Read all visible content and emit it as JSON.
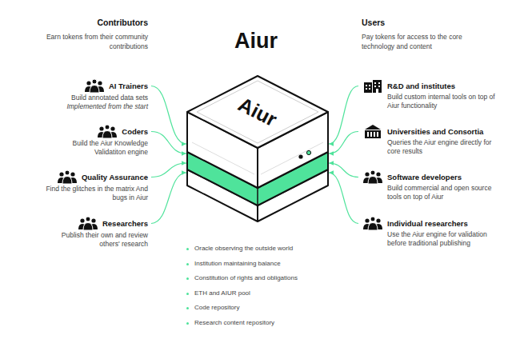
{
  "diagram": {
    "title": "Aiur",
    "nodes": [
      {
        "text": [
          "AI Trainers",
          "Build annotated data sets",
          "Implemented from the start"
        ]
      },
      {
        "text": [
          "Coders",
          "Build the Aiur Knowledge Validatiton engine"
        ]
      },
      {
        "text": [
          "Quality Assurance",
          "Find the glitches in the matrix And bugs in Aiur"
        ]
      },
      {
        "text": [
          "Researchers",
          "Publish their own and review others' research"
        ]
      },
      {
        "text": [
          "Aiur"
        ]
      },
      {
        "text": [
          "R&D and institutes",
          "Build custom internal tools on top of Aiur functionality"
        ]
      },
      {
        "text": [
          "Universities and Consortia",
          "Queries the Aiur engine directly for core results"
        ]
      },
      {
        "text": [
          "Software developers",
          "Build commercial and open source tools on top of Aiur"
        ]
      },
      {
        "text": [
          "Individual researchers",
          "Use the Aiur engine for validation before traditional publishing"
        ]
      }
    ],
    "edges": [
      {
        "from": 0,
        "to": 4,
        "arrow": "to"
      },
      {
        "from": 1,
        "to": 4,
        "arrow": "to"
      },
      {
        "from": 2,
        "to": 4,
        "arrow": "to"
      },
      {
        "from": 3,
        "to": 4,
        "arrow": "to"
      },
      {
        "from": 5,
        "to": 4,
        "arrow": "to"
      },
      {
        "from": 6,
        "to": 4,
        "arrow": "to"
      },
      {
        "from": 7,
        "to": 4,
        "arrow": "to"
      },
      {
        "from": 8,
        "to": 4,
        "arrow": "to"
      }
    ],
    "labels": [
      "Contributors",
      "Earn tokens from their community contributions",
      "Users",
      "Pay tokens for access to the core technology and content",
      "Oracle observing the outside world",
      "Institution maintaining balance",
      "Constitution of rights and obligations",
      "ETH and AIUR pool",
      "Code repository",
      "Research content repository"
    ]
  }
}
